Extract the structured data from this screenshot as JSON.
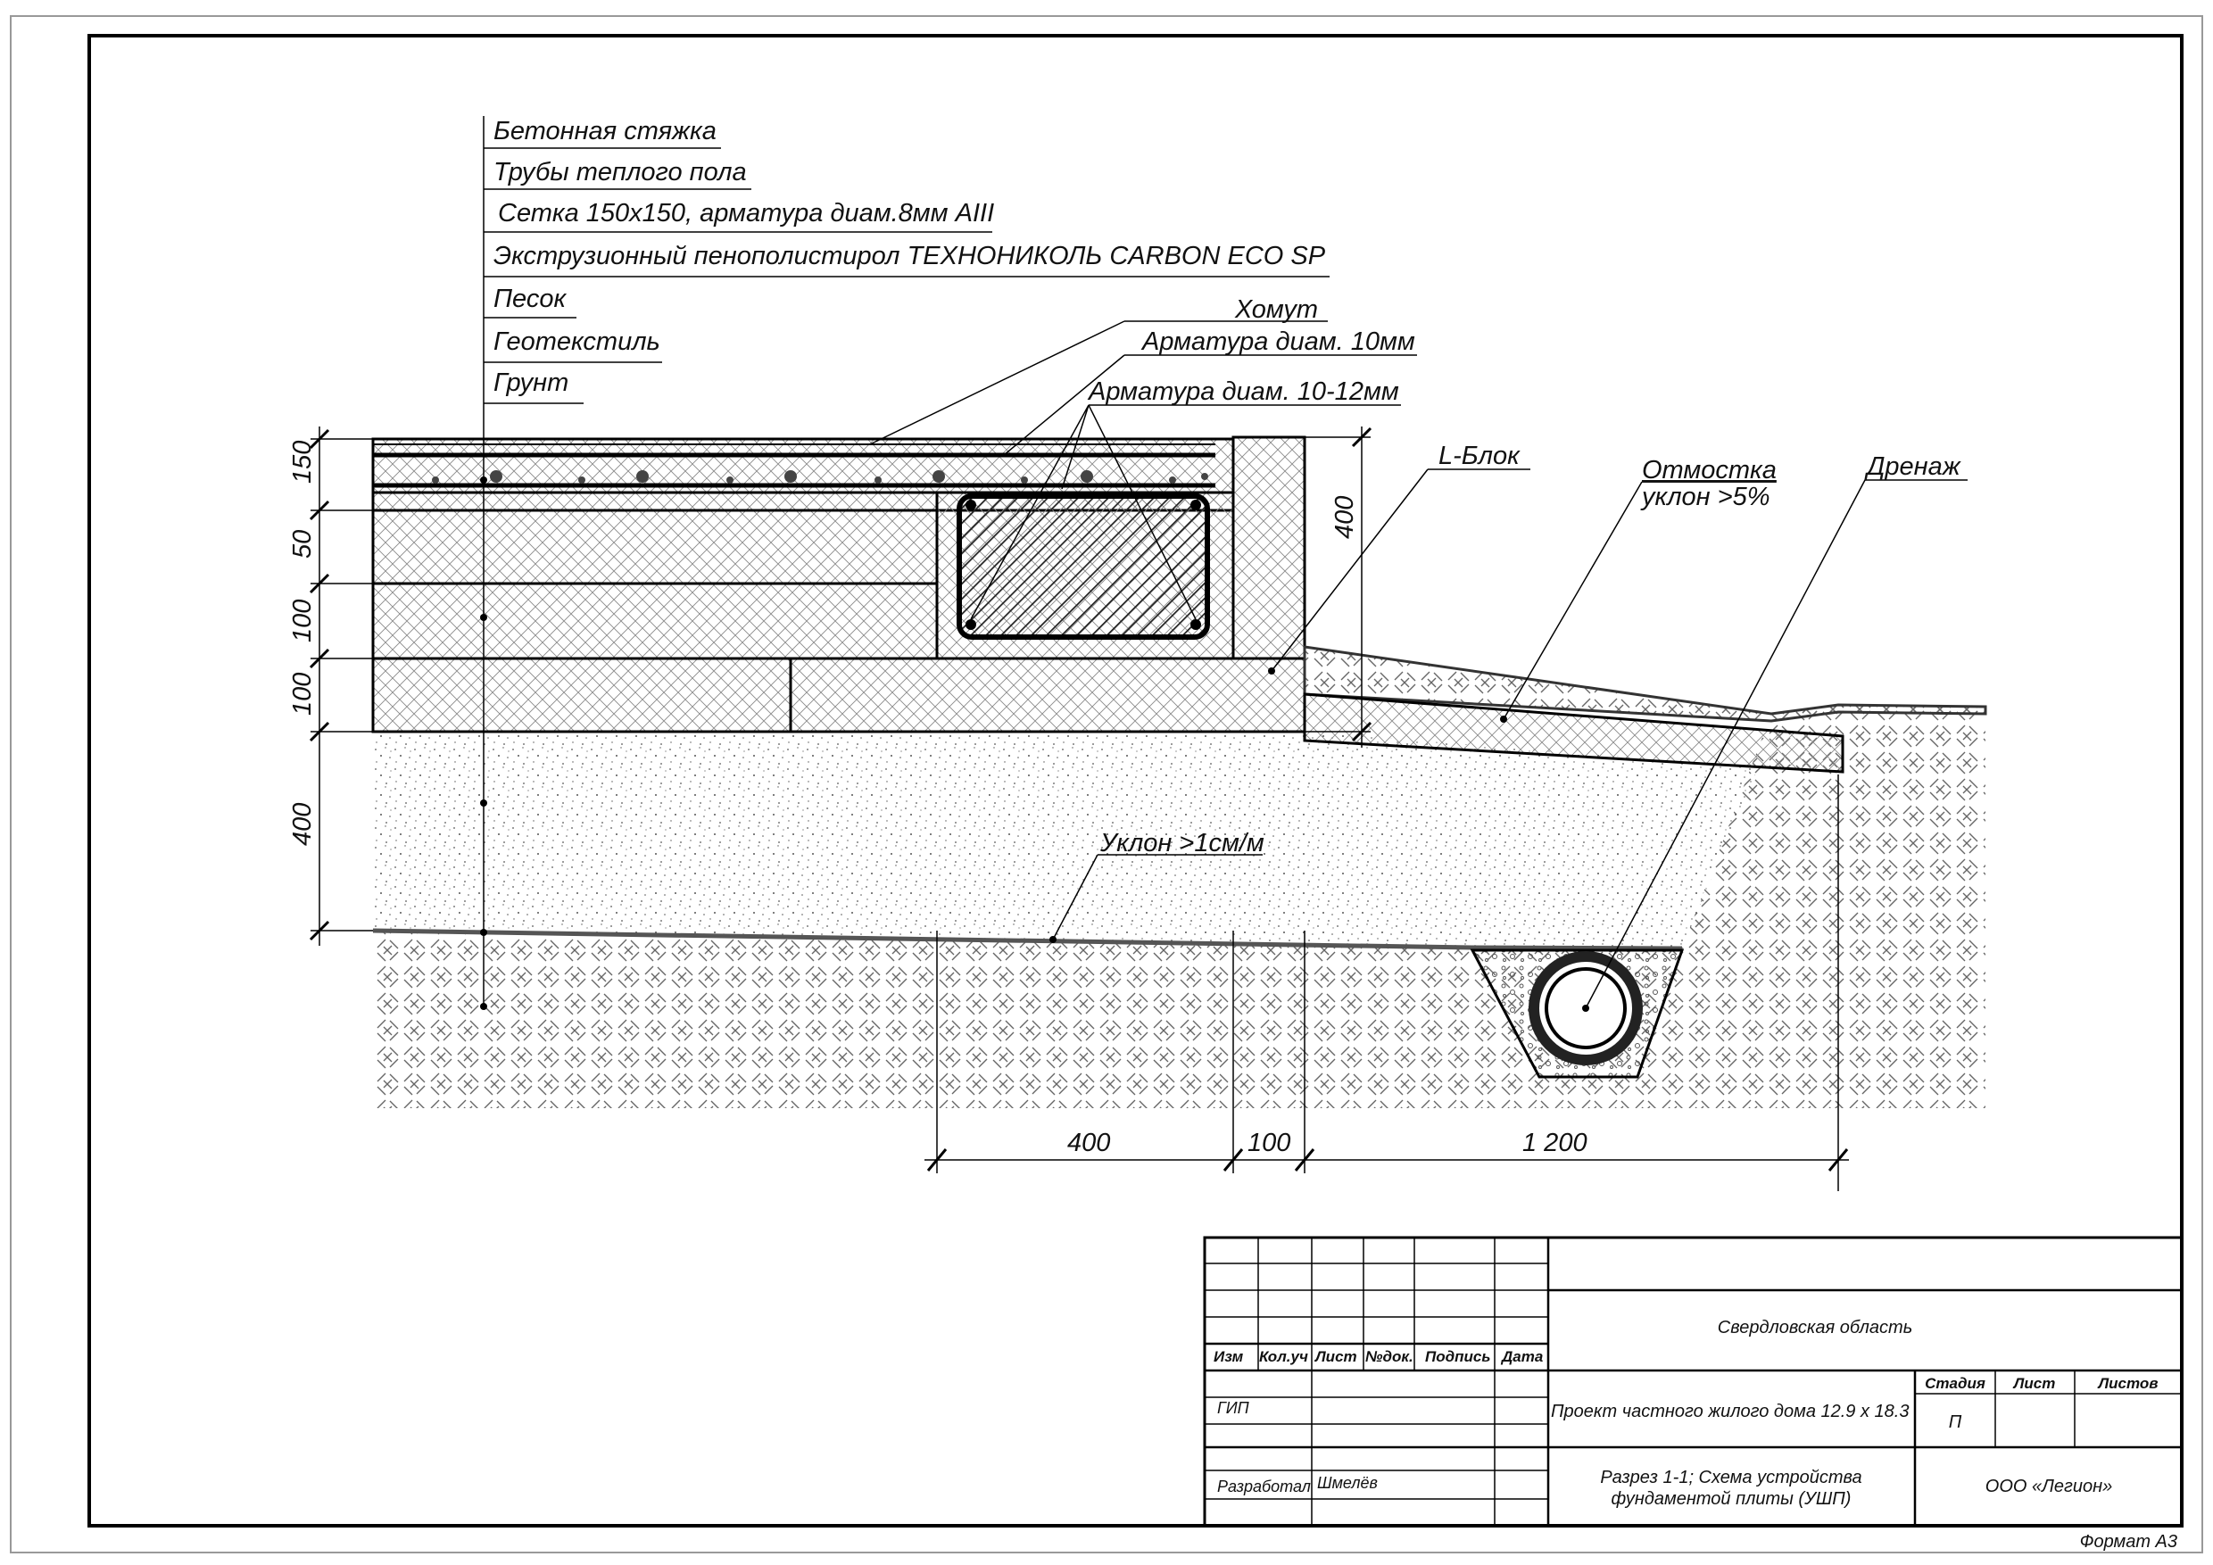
{
  "layers": [
    "Бетонная стяжка",
    "Трубы теплого пола",
    "Сетка 150х150, арматура диам.8мм AIII",
    "Экструзионный пенополистирол ТЕХНОНИКОЛЬ CARBON ECO SP",
    "Песок",
    "Геотекстиль",
    "Грунт"
  ],
  "callouts": {
    "clamp": "Хомут",
    "rebar10": "Арматура диам. 10мм",
    "rebar1012": "Арматура диам. 10-12мм",
    "lblock": "L-Блок",
    "blind_area": "Отмостка",
    "blind_slope": "уклон >5%",
    "drainage": "Дренаж",
    "slope": "Уклон >1см/м"
  },
  "dims": {
    "v150": "150",
    "v50": "50",
    "v100a": "100",
    "v100b": "100",
    "v400": "400",
    "v400r": "400",
    "h400": "400",
    "h100": "100",
    "h1200": "1 200"
  },
  "titleblock": {
    "col_izm": "Изм",
    "col_kol": "Кол.уч",
    "col_list": "Лист",
    "col_ndok": "№док.",
    "col_podpis": "Подпись",
    "col_data": "Дата",
    "gip": "ГИП",
    "razrab": "Разработал",
    "author": "Шмелёв",
    "region": "Свердловская область",
    "project": "Проект частного жилого дома 12.9 х 18.3",
    "stage_h": "Стадия",
    "sheet_h": "Лист",
    "sheets_h": "Листов",
    "stage": "П",
    "title_1": "Разрез 1-1; Схема устройства",
    "title_2": "фундаментой плиты (УШП)",
    "company": "ООО «Легион»"
  },
  "format": "Формат А3"
}
